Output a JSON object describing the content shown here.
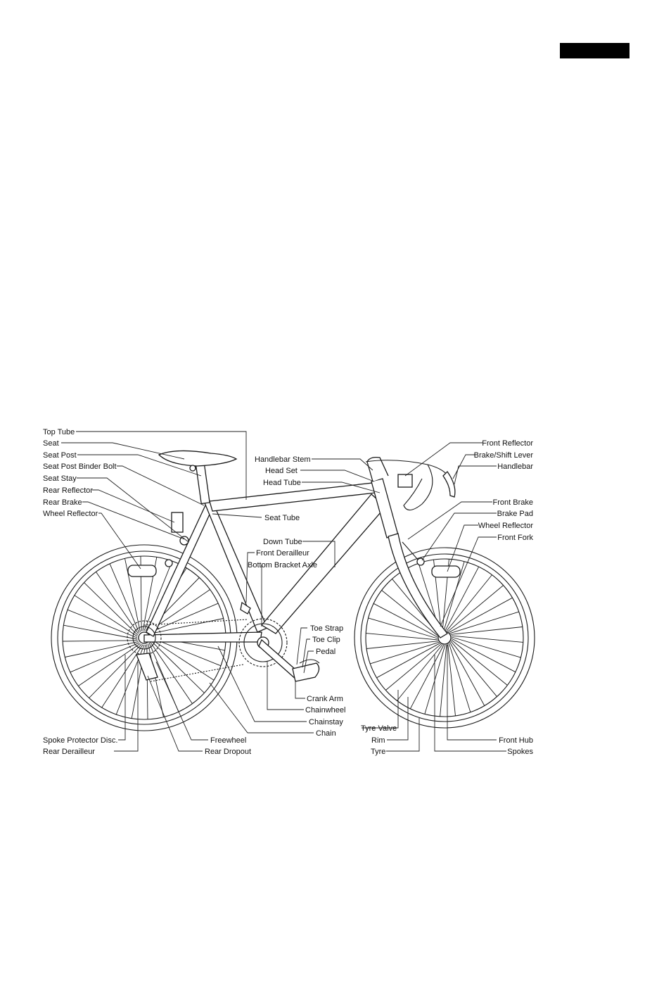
{
  "page": {
    "tab_color": "#000000"
  },
  "labels": {
    "left": [
      "Top Tube",
      "Seat",
      "Seat Post",
      "Seat Post Binder Bolt",
      "Seat Stay",
      "Rear Reflector",
      "Rear Brake",
      "Wheel Reflector"
    ],
    "center": [
      "Handlebar Stem",
      "Head Set",
      "Head Tube",
      "Seat Tube",
      "Down Tube",
      "Front Derailleur",
      "Bottom Bracket Axle",
      "Toe Strap",
      "Toe Clip",
      "Pedal",
      "Crank Arm",
      "Chainwheel",
      "Chainstay",
      "Chain",
      "Freewheel",
      "Rear Dropout",
      "Tyre Valve",
      "Rim",
      "Tyre"
    ],
    "right": [
      "Front Reflector",
      "Brake/Shift Lever",
      "Handlebar",
      "Front Brake",
      "Brake Pad",
      "Wheel Reflector",
      "Front Fork",
      "Front Hub",
      "Spokes"
    ],
    "bottom_left": [
      "Spoke Protector Disc.",
      "Rear Derailleur"
    ]
  }
}
